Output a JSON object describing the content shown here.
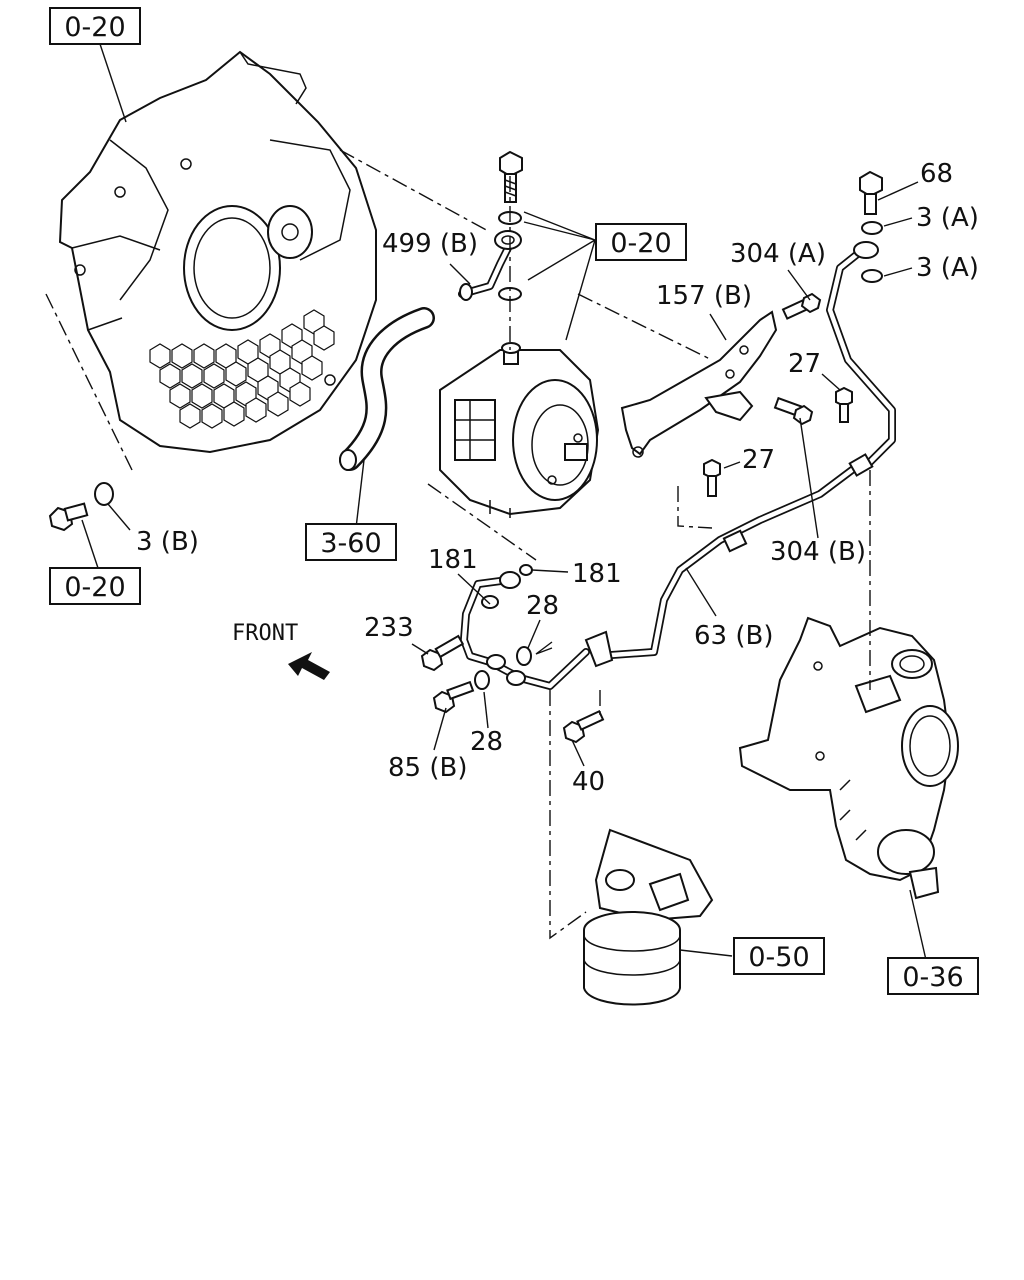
{
  "diagram": {
    "front_label": "FRONT",
    "ref_boxes": {
      "ref_top_left": "0-20",
      "ref_center": "0-20",
      "ref_lower_left": "0-20",
      "ref_hose": "3-60",
      "ref_filter": "0-50",
      "ref_turbo": "0-36"
    },
    "callouts": {
      "p68": "68",
      "p3a_upper": "3 (A)",
      "p3a_lower": "3 (A)",
      "p304a": "304 (A)",
      "p157b": "157 (B)",
      "p499b": "499 (B)",
      "p27_upper": "27",
      "p27_lower": "27",
      "p304b": "304 (B)",
      "p3b": "3 (B)",
      "p181_left": "181",
      "p181_right": "181",
      "p233": "233",
      "p28_upper": "28",
      "p28_lower": "28",
      "p63b": "63 (B)",
      "p85b": "85 (B)",
      "p40": "40"
    }
  }
}
